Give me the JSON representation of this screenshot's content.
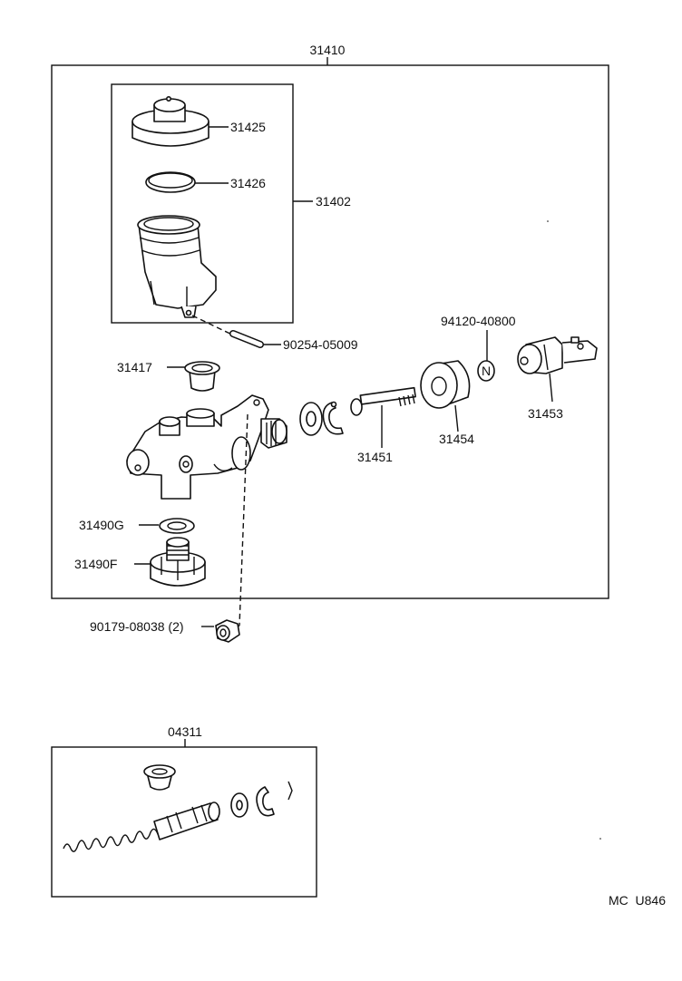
{
  "labels": {
    "assy": "31410",
    "cap": "31425",
    "diaphragm": "31426",
    "reservoir": "31402",
    "pin": "90254-05009",
    "grommet": "31417",
    "pushrod": "31451",
    "boot": "31454",
    "nut": "94120-40800",
    "clevis": "31453",
    "gasket": "31490G",
    "plug": "31490F",
    "union_nut": "90179-08038 (2)",
    "kit": "04311",
    "footer": "MC  U846"
  }
}
